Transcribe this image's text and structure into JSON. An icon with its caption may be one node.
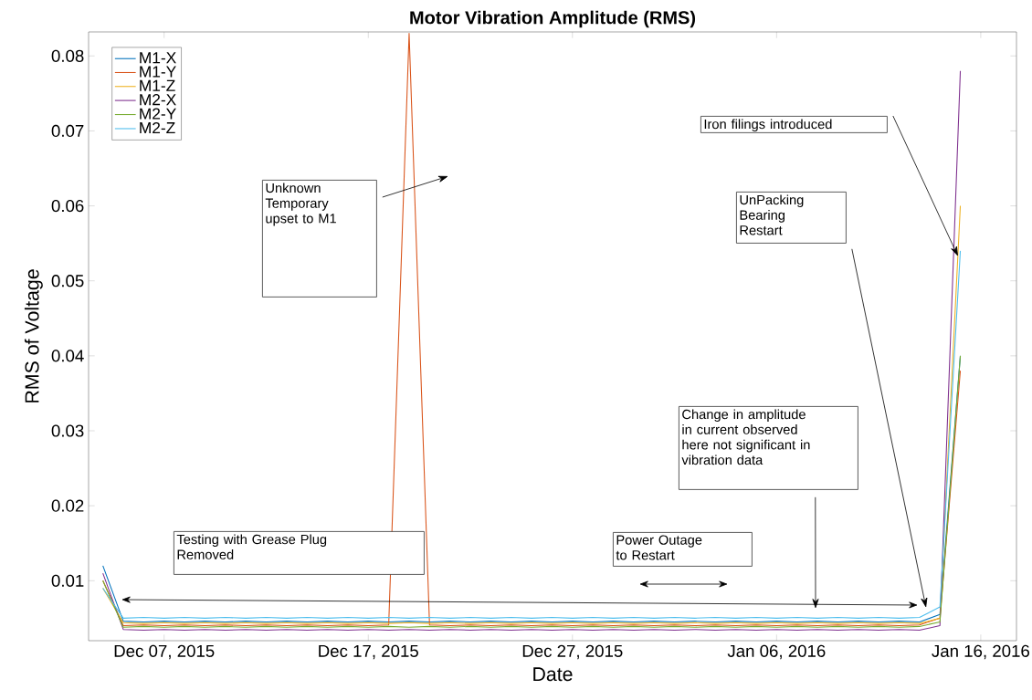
{
  "diagram": {
    "nodes": [
      {
        "text": [
          "Unknown Temporary upset to M1"
        ]
      },
      {
        "text": [
          "Iron filings introduced"
        ]
      },
      {
        "text": [
          "UnPacking Bearing Restart"
        ]
      },
      {
        "text": [
          "Change in amplitude in current observed here not significant in vibration data"
        ]
      },
      {
        "text": [
          "Testing with Grease Plug Removed"
        ]
      },
      {
        "text": [
          "Power Outage to Restart"
        ]
      }
    ],
    "edges": [
      {
        "from": 0,
        "to": null,
        "arrow": "to"
      },
      {
        "from": 1,
        "to": null,
        "arrow": "to"
      },
      {
        "from": 2,
        "to": null,
        "arrow": "to"
      },
      {
        "from": 3,
        "to": null,
        "arrow": "to"
      }
    ],
    "chart_data": {
      "type": "line",
      "title": "Motor Vibration Amplitude (RMS)",
      "xlabel": "Date",
      "ylabel": "RMS of Voltage",
      "categories": [
        null,
        null,
        null,
        "Dec 07, 2015",
        null,
        null,
        null,
        null,
        null,
        null,
        null,
        null,
        null,
        "Dec 17, 2015",
        null,
        null,
        null,
        null,
        null,
        null,
        null,
        null,
        null,
        "Dec 27, 2015",
        null,
        null,
        null,
        null,
        null,
        null,
        null,
        null,
        null,
        "Jan 06, 2016",
        null,
        null,
        null,
        null,
        null,
        null,
        null,
        null,
        null,
        "Jan 16, 2016",
        null
      ],
      "series": [
        {
          "name": "M1-X",
          "color": "#0072bd",
          "values": [
            0.012,
            0.0046,
            0.0045,
            0.0046,
            0.0045,
            0.0046,
            0.0045,
            0.0046,
            0.0045,
            0.0046,
            0.0045,
            0.0046,
            0.0045,
            0.0046,
            0.0045,
            0.0046,
            0.0045,
            0.0046,
            0.0045,
            0.0046,
            0.0045,
            0.0046,
            0.0045,
            0.0046,
            0.0045,
            0.0046,
            0.0045,
            0.0046,
            0.0045,
            0.0046,
            0.0045,
            0.0046,
            0.0045,
            0.0046,
            0.0045,
            0.0046,
            0.0045,
            0.0046,
            0.0045,
            0.0046,
            0.0045,
            0.0055,
            0.04,
            null,
            null
          ]
        },
        {
          "name": "M1-Y",
          "color": "#d95319",
          "values": [
            0.01,
            0.004,
            0.0041,
            0.004,
            0.0041,
            0.004,
            0.0041,
            0.004,
            0.0041,
            0.004,
            0.0041,
            0.004,
            0.0041,
            0.004,
            0.0041,
            0.083,
            0.0041,
            0.004,
            0.0041,
            0.004,
            0.0041,
            0.004,
            0.0041,
            0.004,
            0.0041,
            0.004,
            0.0041,
            0.004,
            0.0041,
            0.004,
            0.0041,
            0.004,
            0.0041,
            0.004,
            0.0041,
            0.004,
            0.0041,
            0.004,
            0.0041,
            0.004,
            0.0041,
            0.005,
            0.038,
            null,
            null
          ]
        },
        {
          "name": "M1-Z",
          "color": "#edb120",
          "values": [
            0.009,
            0.0044,
            0.0043,
            0.0044,
            0.0043,
            0.0044,
            0.0043,
            0.0044,
            0.0043,
            0.0044,
            0.0043,
            0.0044,
            0.0043,
            0.0044,
            0.0043,
            0.0044,
            0.0043,
            0.0044,
            0.0043,
            0.0044,
            0.0043,
            0.0044,
            0.0043,
            0.0044,
            0.0043,
            0.0044,
            0.0043,
            0.0044,
            0.0043,
            0.0044,
            0.0043,
            0.0044,
            0.0043,
            0.0044,
            0.0043,
            0.0044,
            0.0043,
            0.0044,
            0.0043,
            0.0044,
            0.0043,
            0.005,
            0.06,
            null,
            null
          ]
        },
        {
          "name": "M2-X",
          "color": "#7e2f8e",
          "values": [
            0.011,
            0.0035,
            0.0034,
            0.0035,
            0.0034,
            0.0035,
            0.0034,
            0.0035,
            0.0034,
            0.0035,
            0.0034,
            0.0035,
            0.0034,
            0.0035,
            0.0034,
            0.0035,
            0.0034,
            0.0035,
            0.0034,
            0.0035,
            0.0034,
            0.0035,
            0.0034,
            0.0035,
            0.0034,
            0.0035,
            0.0034,
            0.0035,
            0.0034,
            0.0035,
            0.0034,
            0.0035,
            0.0034,
            0.0035,
            0.0034,
            0.0035,
            0.0034,
            0.0035,
            0.0034,
            0.0035,
            0.0034,
            0.004,
            0.078,
            null,
            null
          ]
        },
        {
          "name": "M2-Y",
          "color": "#77ac30",
          "values": [
            0.01,
            0.0038,
            0.0039,
            0.0038,
            0.0039,
            0.0038,
            0.0039,
            0.0038,
            0.0039,
            0.0038,
            0.0039,
            0.0038,
            0.0039,
            0.0038,
            0.0039,
            0.0038,
            0.0039,
            0.0038,
            0.0039,
            0.0038,
            0.0039,
            0.0038,
            0.0039,
            0.0038,
            0.0039,
            0.0038,
            0.0039,
            0.0038,
            0.0039,
            0.0038,
            0.0039,
            0.0038,
            0.0039,
            0.0038,
            0.0039,
            0.0038,
            0.0039,
            0.0038,
            0.0039,
            0.0038,
            0.0039,
            0.0045,
            0.04,
            null,
            null
          ]
        },
        {
          "name": "M2-Z",
          "color": "#4dbeee",
          "values": [
            0.009,
            0.005,
            0.0051,
            0.005,
            0.0051,
            0.005,
            0.0051,
            0.005,
            0.0051,
            0.005,
            0.0051,
            0.005,
            0.0051,
            0.005,
            0.0051,
            0.005,
            0.0051,
            0.005,
            0.0051,
            0.005,
            0.0051,
            0.005,
            0.0051,
            0.005,
            0.0051,
            0.005,
            0.0051,
            0.005,
            0.0051,
            0.005,
            0.0051,
            0.005,
            0.0051,
            0.005,
            0.0051,
            0.005,
            0.0051,
            0.005,
            0.0051,
            0.005,
            0.0051,
            0.0065,
            0.054,
            null,
            null
          ]
        }
      ],
      "ylim": [
        0.002,
        0.0832
      ],
      "legend": "upper left",
      "yticks": [
        0.01,
        0.02,
        0.03,
        0.04,
        0.05,
        0.06,
        0.07,
        0.08
      ]
    }
  }
}
